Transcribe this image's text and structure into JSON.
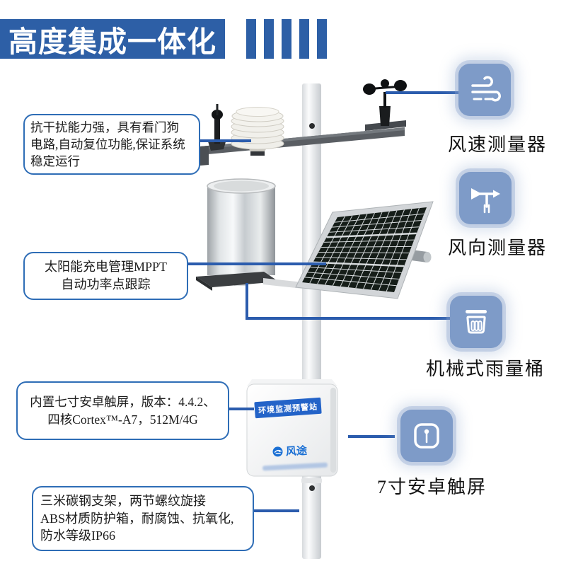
{
  "banner": {
    "title": "高度集成一体化",
    "bar_count": 5
  },
  "callouts": [
    {
      "lines": [
        "抗干扰能力强，具有看门狗",
        "电路,自动复位功能,保证系统",
        "稳定运行"
      ]
    },
    {
      "lines": [
        "太阳能充电管理MPPT",
        "自动功率点跟踪"
      ]
    },
    {
      "lines": [
        "内置七寸安卓触屏，版本：4.4.2、",
        "四核Cortex™-A7，512M/4G"
      ]
    },
    {
      "lines": [
        "三米碳钢支架，两节螺纹旋接",
        "ABS材质防护箱，耐腐蚀、抗氧化,",
        "防水等级IP66"
      ]
    }
  ],
  "features": [
    {
      "icon": "wind-speed-icon",
      "label": "风速测量器"
    },
    {
      "icon": "wind-direction-icon",
      "label": "风向测量器"
    },
    {
      "icon": "rain-bucket-icon",
      "label": "机械式雨量桶"
    },
    {
      "icon": "touch-screen-icon",
      "label": "7寸安卓触屏"
    }
  ],
  "device": {
    "panel_label": "环境监测预警站",
    "brand": "风途"
  },
  "colors": {
    "banner_blue": "#2d5fa6",
    "line_blue": "#2b5cad",
    "icon_blue": "#7e9bc8",
    "box_label_blue": "#2363c8"
  }
}
